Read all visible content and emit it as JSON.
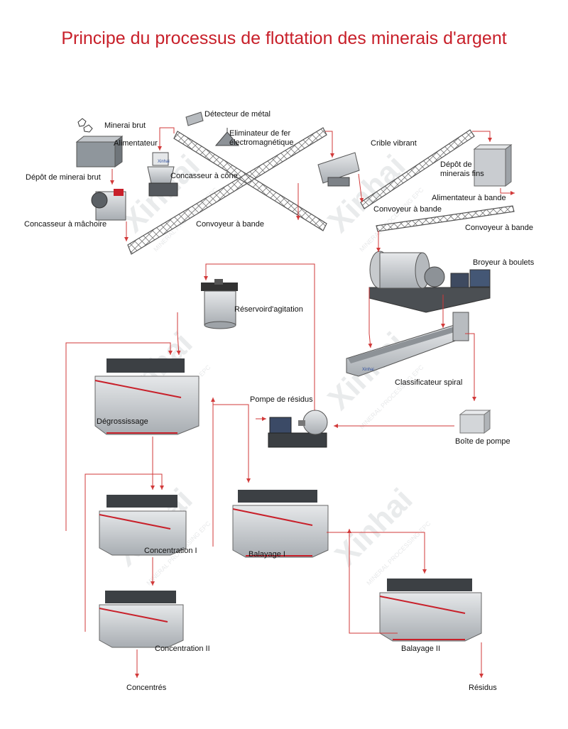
{
  "title": "Principe du processus de flottation des minerais d'argent",
  "colors": {
    "title": "#c8202a",
    "flow_line": "#d23a3a",
    "machine": "#9aa0a6",
    "tank_trim": "#c8202a"
  },
  "labels": {
    "minerai_brut": "Minerai brut",
    "depot_minerai_brut": "Dépôt de minerai brut",
    "alimentateur": "Alimentateur",
    "concasseur_machoire": "Concasseur à mâchoire",
    "detecteur_metal": "Détecteur de métal",
    "eliminateur_1": "Eliminateur de fer",
    "eliminateur_2": "électromagnétique",
    "concasseur_cone": "Concasseur à cône",
    "convoyeur_1": "Convoyeur à bande",
    "crible_vibrant": "Crible vibrant",
    "depot_fins_1": "Dépôt de",
    "depot_fins_2": "minerais fins",
    "convoyeur_2": "Convoyeur à bande",
    "alimentateur_bande": "Alimentateur à bande",
    "convoyeur_3": "Convoyeur à bande",
    "broyeur_boulets": "Broyeur à boulets",
    "reservoir_agitation": "Réservoird'agitation",
    "classificateur_spiral": "Classificateur spiral",
    "pompe_residus": "Pompe de résidus",
    "boite_pompe": "Boîte de pompe",
    "degrossissage": "Dégrossissage",
    "concentration_1": "Concentration I",
    "balayage_1": "Balayage I",
    "concentration_2": "Concentration II",
    "balayage_2": "Balayage II",
    "concentres": "Concentrés",
    "residus": "Résidus"
  },
  "watermark": {
    "brand": "Xinhai",
    "sub": "MINERAL PROCESSING EPC",
    "badge": "Xinhai"
  }
}
